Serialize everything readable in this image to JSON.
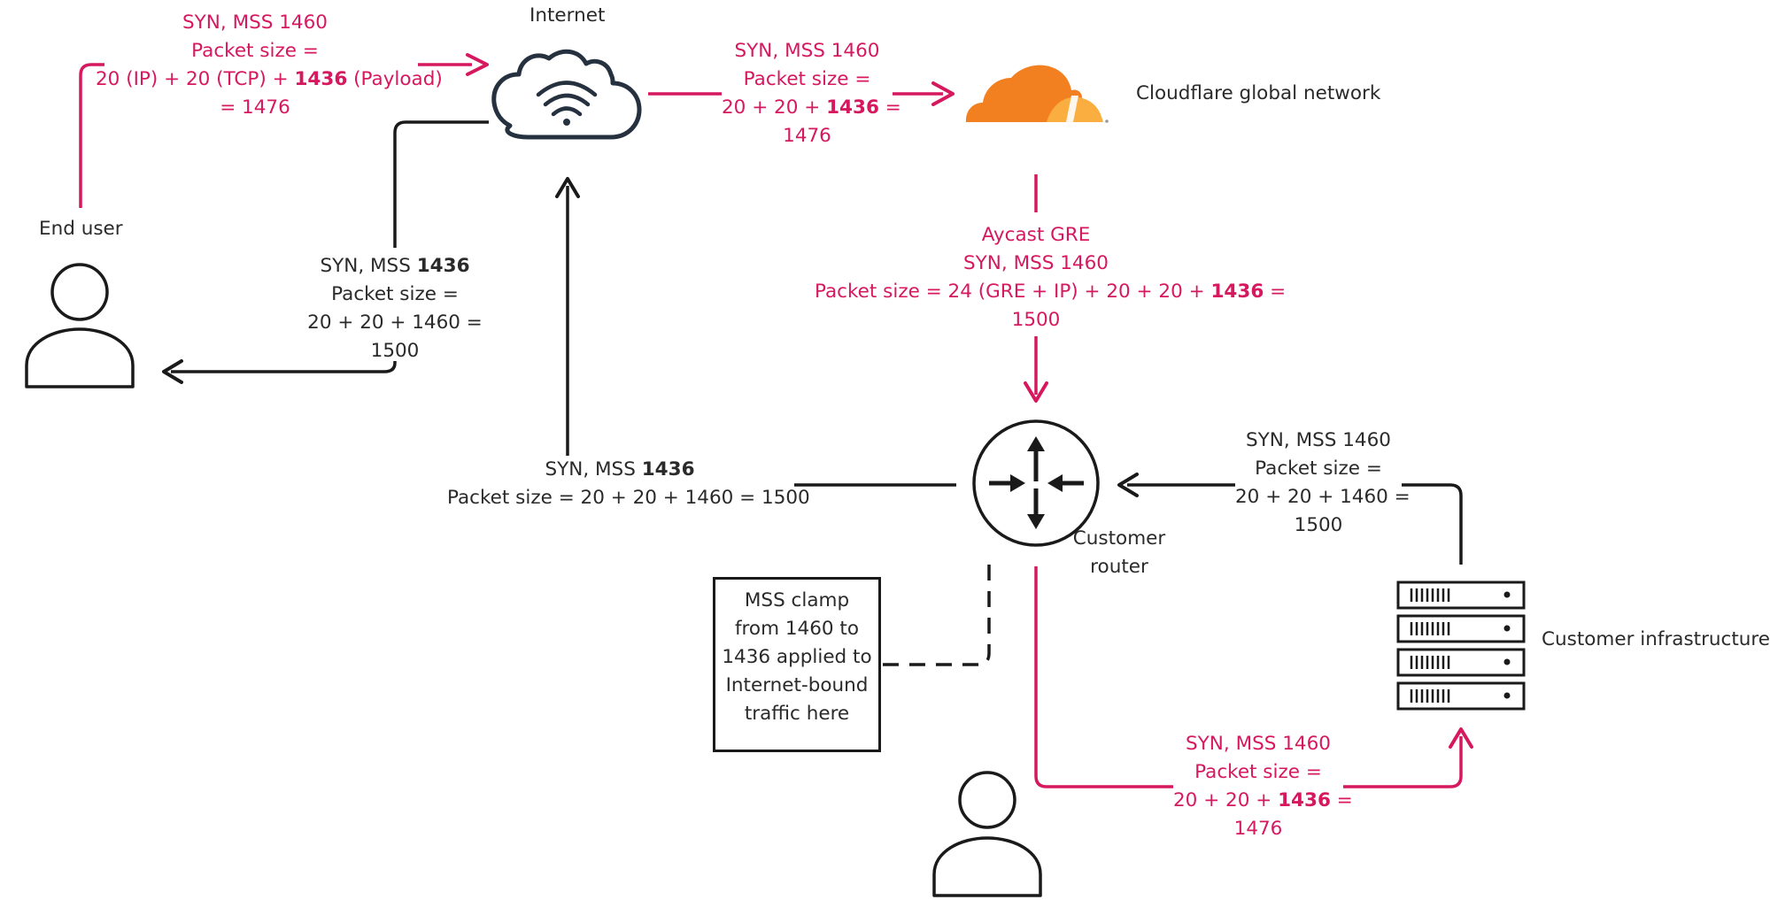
{
  "colors": {
    "pink": "#d6185f",
    "dark": "#1a1a1a",
    "cloudflare_orange": "#f38020",
    "cloudflare_light": "#faae40"
  },
  "nodes": {
    "internet": "Internet",
    "end_user": "End user",
    "cloudflare": "Cloudflare global network",
    "customer_router": [
      "Customer",
      "router"
    ],
    "customer_infrastructure": "Customer infrastructure"
  },
  "icons": [
    "cloud-wifi-icon",
    "cloudflare-logo-icon",
    "person-icon",
    "router-icon",
    "server-rack-icon"
  ],
  "labels": {
    "user_to_internet": {
      "l1": "SYN, MSS 1460",
      "l2": "Packet size =",
      "l3a": "20 (IP) + 20 (TCP) + ",
      "l3b": "1436",
      "l3c": " (Payload)",
      "l4": "= 1476"
    },
    "internet_to_cloudflare": {
      "l1": "SYN, MSS 1460",
      "l2": "Packet size =",
      "l3a": "20 + 20 + ",
      "l3b": "1436",
      "l3c": " =",
      "l4": "1476"
    },
    "anycast_gre": {
      "l1": "Aycast GRE",
      "l2": "SYN, MSS 1460",
      "l3a": "Packet size = 24 (GRE + IP) + 20 + 20 + ",
      "l3b": "1436",
      "l3c": " =",
      "l4": "1500"
    },
    "internet_to_user": {
      "l1a": "SYN, MSS ",
      "l1b": "1436",
      "l2": "Packet size =",
      "l3": "20 + 20 + 1460 =",
      "l4": "1500"
    },
    "router_to_internet": {
      "l1a": "SYN, MSS ",
      "l1b": "1436",
      "l2": "Packet size = 20 + 20 + 1460 = 1500"
    },
    "infra_to_router": {
      "l1": "SYN, MSS 1460",
      "l2": "Packet size =",
      "l3": "20 + 20 + 1460 =",
      "l4": "1500"
    },
    "router_to_infra": {
      "l1": "SYN, MSS 1460",
      "l2": "Packet size =",
      "l3a": "20 + 20 + ",
      "l3b": "1436",
      "l3c": " =",
      "l4": "1476"
    }
  },
  "mss_note": [
    "MSS clamp",
    "from 1460 to",
    "1436 applied to",
    "Internet-bound",
    "traffic here"
  ]
}
